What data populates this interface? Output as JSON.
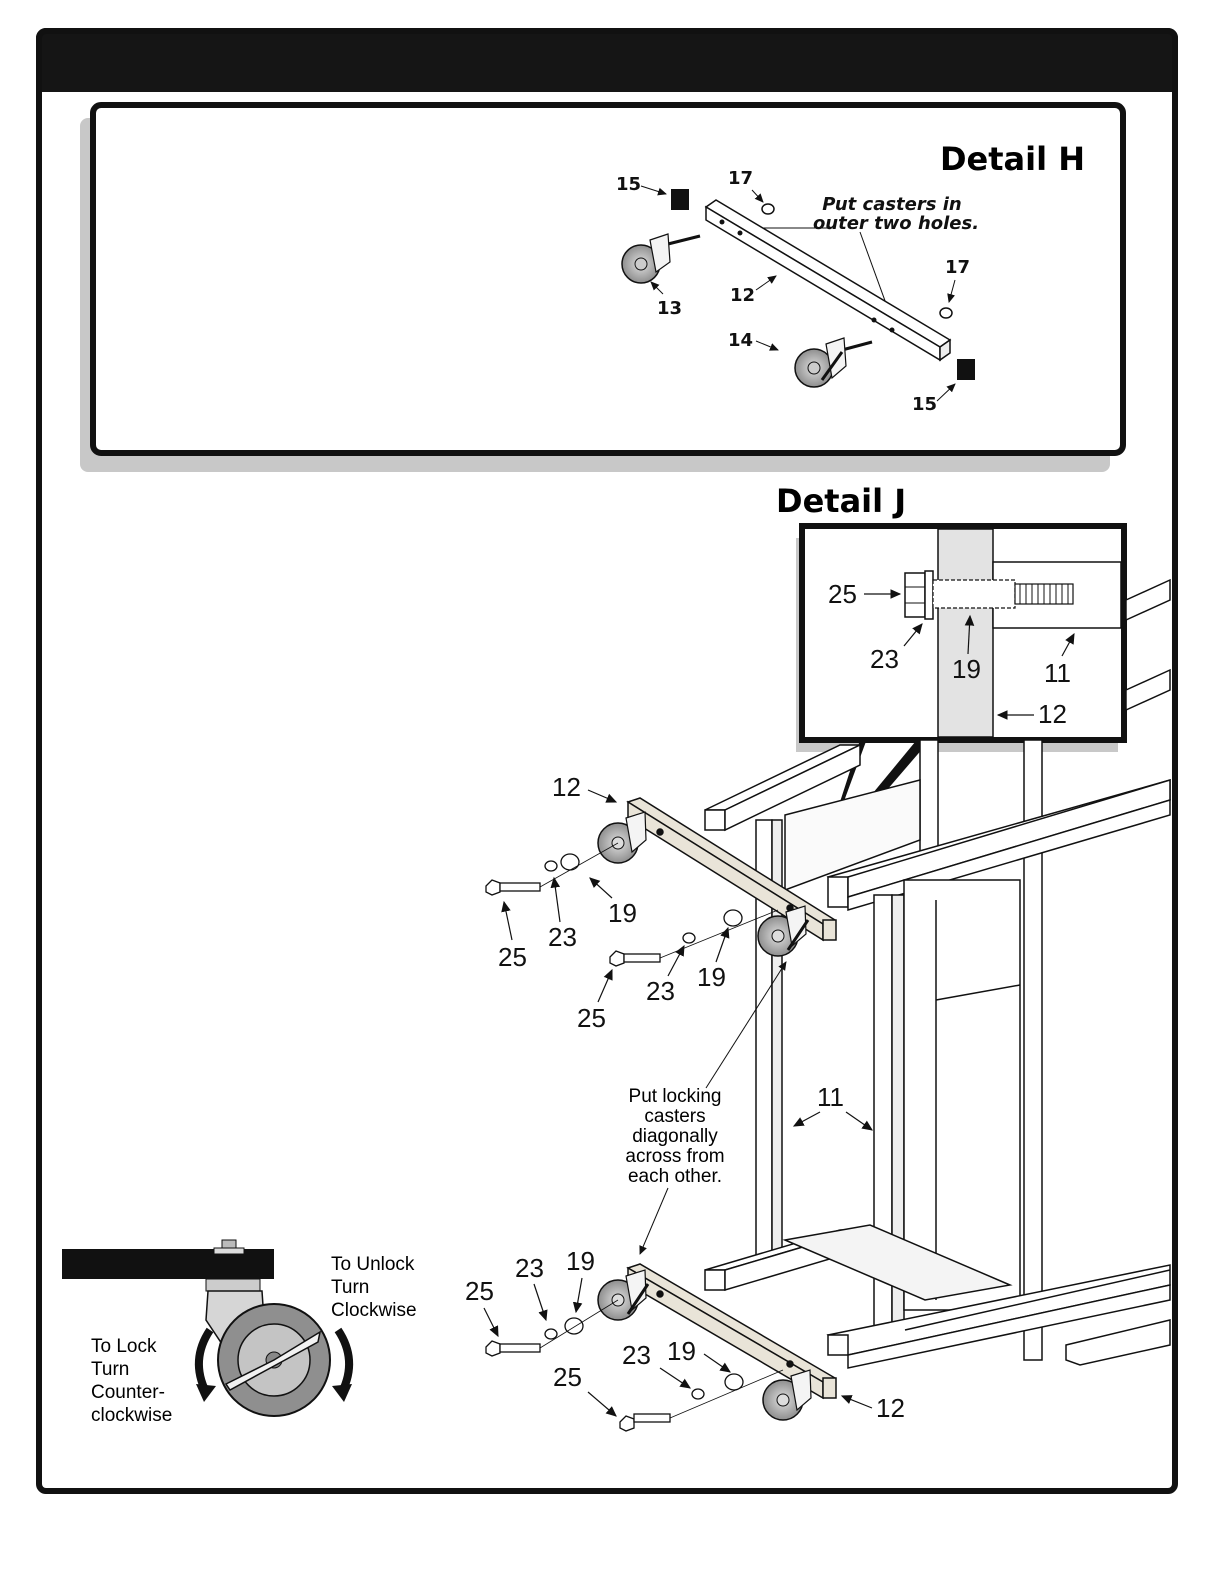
{
  "detail_h": {
    "title": "Detail H",
    "note_line1": "Put casters in",
    "note_line2": "outer two holes.",
    "labels": {
      "p15a": "15",
      "p17a": "17",
      "p17b": "17",
      "p13": "13",
      "p12": "12",
      "p14": "14",
      "p15b": "15"
    }
  },
  "detail_j": {
    "title": "Detail J",
    "labels": {
      "p25": "25",
      "p23": "23",
      "p19": "19",
      "p11": "11",
      "p12": "12"
    }
  },
  "main": {
    "labels": {
      "top_12": "12",
      "a19": "19",
      "a23": "23",
      "a25": "25",
      "b23": "23",
      "b19": "19",
      "b25": "25",
      "p11": "11",
      "c25": "25",
      "c23": "23",
      "c19": "19",
      "d23": "23",
      "d19": "19",
      "d25": "25",
      "bottom_12": "12"
    },
    "note": [
      "Put locking",
      "casters",
      "diagonally",
      "across from",
      "each other."
    ]
  },
  "lock_detail": {
    "unlock": [
      "To Unlock",
      "Turn",
      "Clockwise"
    ],
    "lock": [
      "To Lock",
      "Turn",
      "Counter-",
      "clockwise"
    ]
  },
  "colors": {
    "frame": "#111111",
    "shadow": "#c8c8c8",
    "bar_fill": "#e9e4d8",
    "caster_grey": "#a9a9a9"
  }
}
